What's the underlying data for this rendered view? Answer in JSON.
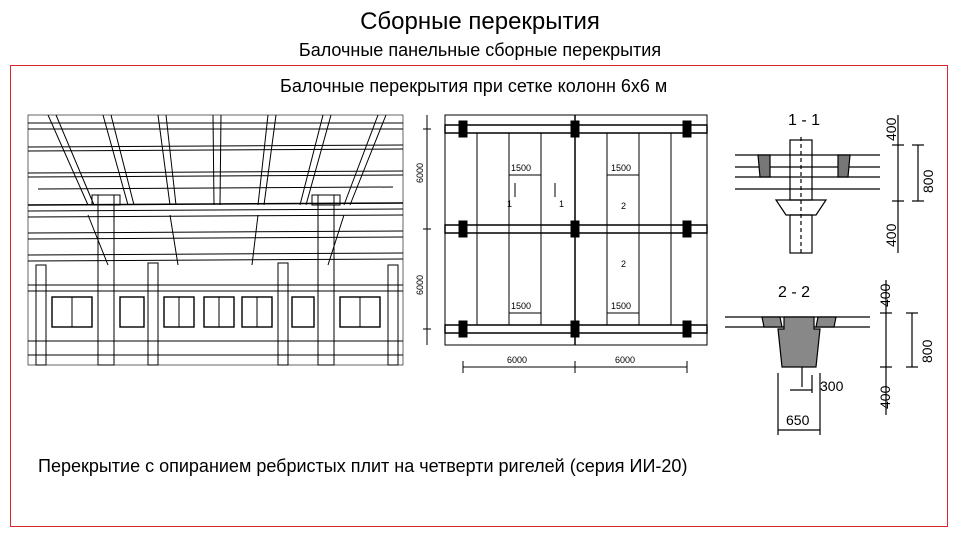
{
  "title": "Сборные перекрытия",
  "subtitle": "Балочные панельные сборные перекрытия",
  "caption_top": "Балочные перекрытия при сетке колонн 6х6 м",
  "caption_bottom": "Перекрытие с опиранием ребристых плит на четверти ригелей (серия ИИ-20)",
  "plan": {
    "dim_6000_a": "6000",
    "dim_6000_b": "6000",
    "dim_bottom_left": "6000",
    "dim_bottom_right": "6000",
    "slab_1500_tl": "1500",
    "slab_1500_tr": "1500",
    "slab_1500_bl": "1500",
    "slab_1500_br": "1500",
    "mark_1_left": "1",
    "mark_1_right": "1",
    "mark_2_a": "2",
    "mark_2_b": "2"
  },
  "section_1": {
    "label": "1 - 1",
    "dim_400_top": "400",
    "dim_800": "800",
    "dim_400_bottom": "400"
  },
  "section_2": {
    "label": "2 - 2",
    "dim_400_top": "400",
    "dim_800": "800",
    "dim_400_bottom": "400",
    "dim_300": "300",
    "dim_650": "650"
  },
  "colors": {
    "frame": "#d9262c",
    "line": "#000000"
  }
}
